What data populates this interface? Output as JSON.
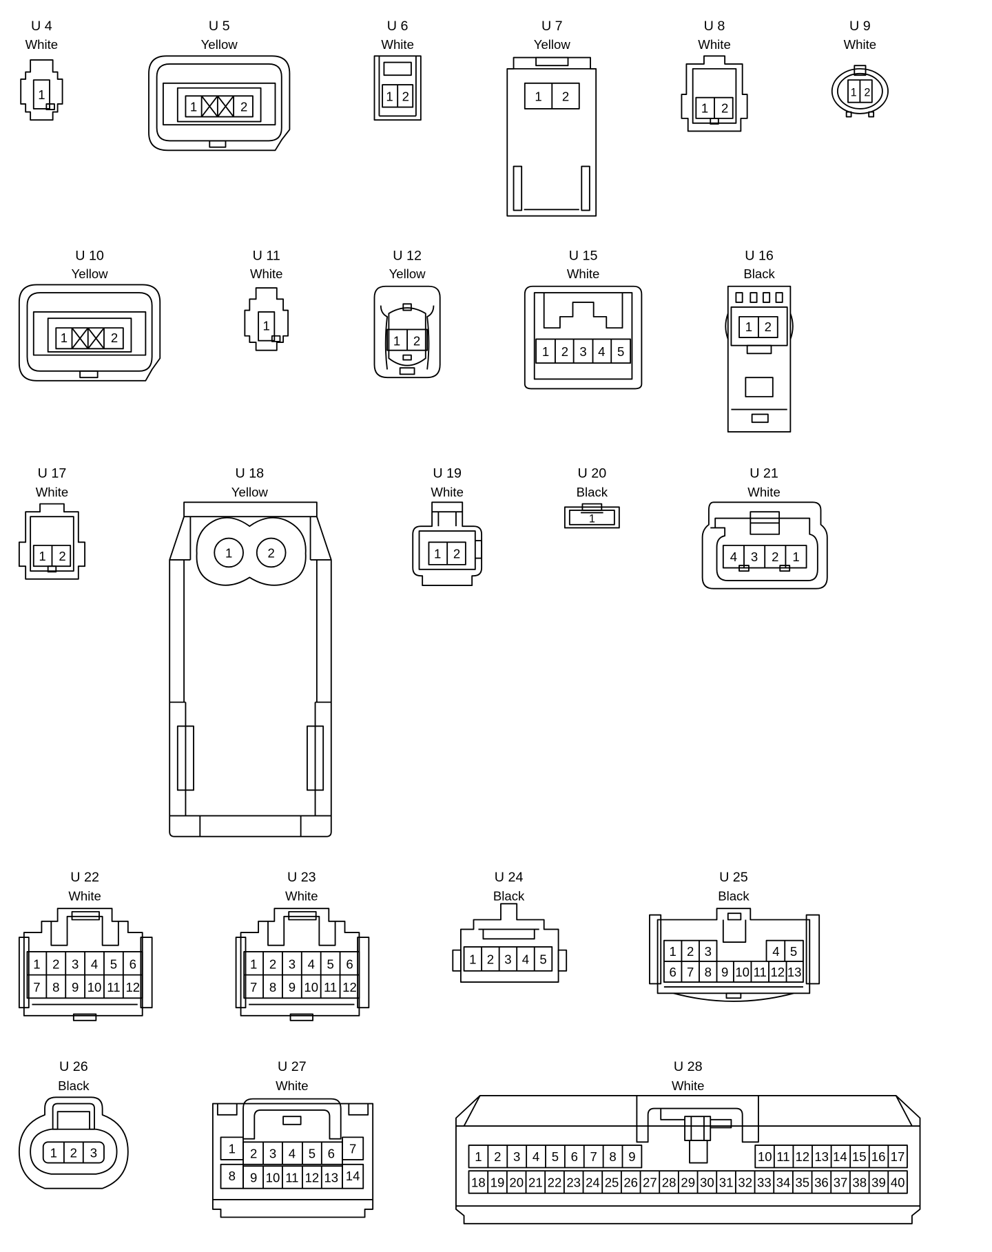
{
  "connectors": [
    {
      "id": "U 4",
      "color": "White",
      "pins": [
        "1"
      ]
    },
    {
      "id": "U 5",
      "color": "Yellow",
      "pins": [
        "1",
        "2"
      ]
    },
    {
      "id": "U 6",
      "color": "White",
      "pins": [
        "1",
        "2"
      ]
    },
    {
      "id": "U 7",
      "color": "Yellow",
      "pins": [
        "1",
        "2"
      ]
    },
    {
      "id": "U 8",
      "color": "White",
      "pins": [
        "1",
        "2"
      ]
    },
    {
      "id": "U 9",
      "color": "White",
      "pins": [
        "1",
        "2"
      ]
    },
    {
      "id": "U 10",
      "color": "Yellow",
      "pins": [
        "1",
        "2"
      ]
    },
    {
      "id": "U 11",
      "color": "White",
      "pins": [
        "1"
      ]
    },
    {
      "id": "U 12",
      "color": "Yellow",
      "pins": [
        "1",
        "2"
      ]
    },
    {
      "id": "U 15",
      "color": "White",
      "pins": [
        "1",
        "2",
        "3",
        "4",
        "5"
      ]
    },
    {
      "id": "U 16",
      "color": "Black",
      "pins": [
        "1",
        "2"
      ]
    },
    {
      "id": "U 17",
      "color": "White",
      "pins": [
        "1",
        "2"
      ]
    },
    {
      "id": "U 18",
      "color": "Yellow",
      "pins": [
        "1",
        "2"
      ]
    },
    {
      "id": "U 19",
      "color": "White",
      "pins": [
        "1",
        "2"
      ]
    },
    {
      "id": "U 20",
      "color": "Black",
      "pins": [
        "1"
      ]
    },
    {
      "id": "U 21",
      "color": "White",
      "pins": [
        "4",
        "3",
        "2",
        "1"
      ]
    },
    {
      "id": "U 22",
      "color": "White",
      "pins": [
        "1",
        "2",
        "3",
        "4",
        "5",
        "6",
        "7",
        "8",
        "9",
        "10",
        "11",
        "12"
      ]
    },
    {
      "id": "U 23",
      "color": "White",
      "pins": [
        "1",
        "2",
        "3",
        "4",
        "5",
        "6",
        "7",
        "8",
        "9",
        "10",
        "11",
        "12"
      ]
    },
    {
      "id": "U 24",
      "color": "Black",
      "pins": [
        "1",
        "2",
        "3",
        "4",
        "5"
      ]
    },
    {
      "id": "U 25",
      "color": "Black",
      "pins": [
        "1",
        "2",
        "3",
        "4",
        "5",
        "6",
        "7",
        "8",
        "9",
        "10",
        "11",
        "12",
        "13"
      ]
    },
    {
      "id": "U 26",
      "color": "Black",
      "pins": [
        "1",
        "2",
        "3"
      ]
    },
    {
      "id": "U 27",
      "color": "White",
      "pins": [
        "1",
        "2",
        "3",
        "4",
        "5",
        "6",
        "7",
        "8",
        "9",
        "10",
        "11",
        "12",
        "13",
        "14"
      ]
    },
    {
      "id": "U 28",
      "color": "White",
      "pins": [
        "1",
        "2",
        "3",
        "4",
        "5",
        "6",
        "7",
        "8",
        "9",
        "10",
        "11",
        "12",
        "13",
        "14",
        "15",
        "16",
        "17",
        "18",
        "19",
        "20",
        "21",
        "22",
        "23",
        "24",
        "25",
        "26",
        "27",
        "28",
        "29",
        "30",
        "31",
        "32",
        "33",
        "34",
        "35",
        "36",
        "37",
        "38",
        "39",
        "40"
      ]
    }
  ]
}
